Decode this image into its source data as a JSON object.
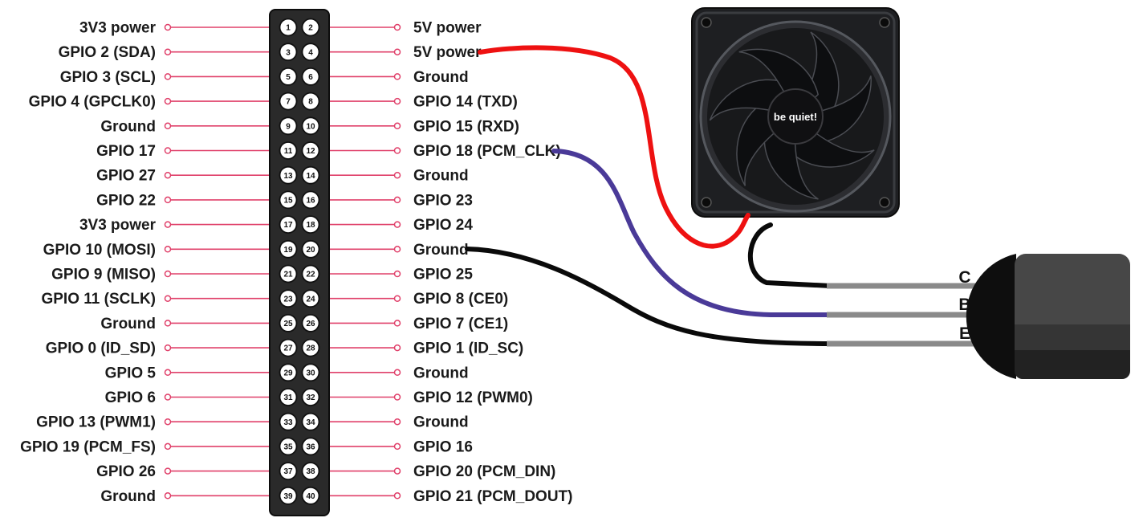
{
  "header": {
    "left_labels": [
      "3V3 power",
      "GPIO 2 (SDA)",
      "GPIO 3 (SCL)",
      "GPIO 4 (GPCLK0)",
      "Ground",
      "GPIO 17",
      "GPIO 27",
      "GPIO 22",
      "3V3 power",
      "GPIO 10 (MOSI)",
      "GPIO 9 (MISO)",
      "GPIO 11 (SCLK)",
      "Ground",
      "GPIO 0 (ID_SD)",
      "GPIO 5",
      "GPIO 6",
      "GPIO 13 (PWM1)",
      "GPIO 19 (PCM_FS)",
      "GPIO 26",
      "Ground"
    ],
    "right_labels": [
      "5V power",
      "5V power",
      "Ground",
      "GPIO 14 (TXD)",
      "GPIO 15 (RXD)",
      "GPIO 18 (PCM_CLK)",
      "Ground",
      "GPIO 23",
      "GPIO 24",
      "Ground",
      "GPIO 25",
      "GPIO 8 (CE0)",
      "GPIO 7 (CE1)",
      "GPIO 1 (ID_SC)",
      "Ground",
      "GPIO 12 (PWM0)",
      "Ground",
      "GPIO 16",
      "GPIO 20 (PCM_DIN)",
      "GPIO 21 (PCM_DOUT)"
    ],
    "pin_numbers_left": [
      "1",
      "3",
      "5",
      "7",
      "9",
      "11",
      "13",
      "15",
      "17",
      "19",
      "21",
      "23",
      "25",
      "27",
      "29",
      "31",
      "33",
      "35",
      "37",
      "39"
    ],
    "pin_numbers_right": [
      "2",
      "4",
      "6",
      "8",
      "10",
      "12",
      "14",
      "16",
      "18",
      "20",
      "22",
      "24",
      "26",
      "28",
      "30",
      "32",
      "34",
      "36",
      "38",
      "40"
    ]
  },
  "fan": {
    "brand": "be quiet!"
  },
  "transistor": {
    "leg_labels": [
      "C",
      "B",
      "E"
    ]
  },
  "colors": {
    "pin_line": "#e0406a",
    "power_wire": "#ee1111",
    "signal_wire": "#4a3a98",
    "ground_wire": "#0a0a0a",
    "header_body": "#262626",
    "fan_frame": "#1e1f22",
    "transistor_body": "#3c3c3c",
    "transistor_leg": "#8a8a8a"
  }
}
